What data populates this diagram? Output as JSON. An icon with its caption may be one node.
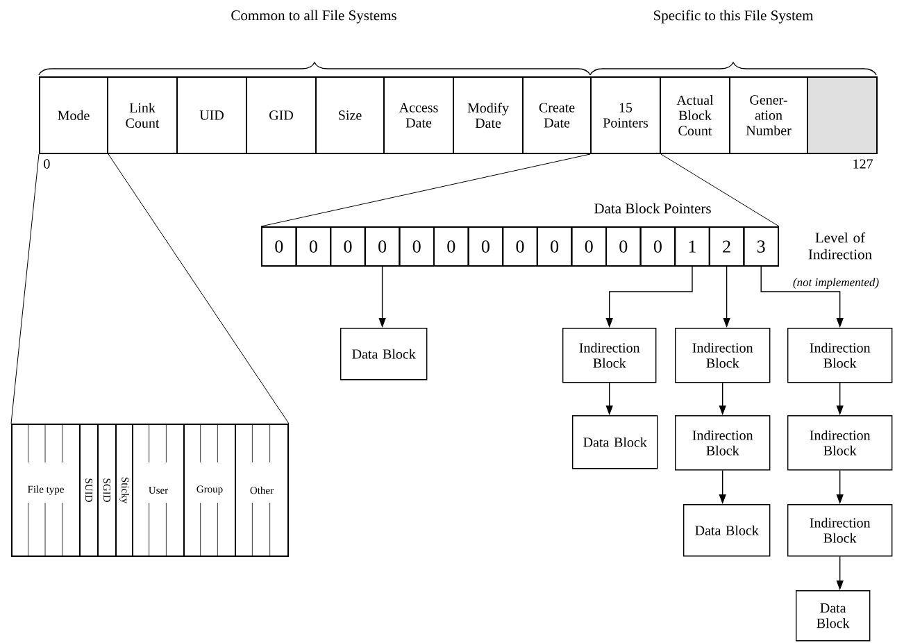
{
  "diagram": {
    "nodes": [
      {
        "text": [
          "Mode"
        ]
      },
      {
        "text": [
          "Link Count"
        ]
      },
      {
        "text": [
          "UID"
        ]
      },
      {
        "text": [
          "GID"
        ]
      },
      {
        "text": [
          "Size"
        ]
      },
      {
        "text": [
          "Access Date"
        ]
      },
      {
        "text": [
          "Modify Date"
        ]
      },
      {
        "text": [
          "Create Date"
        ]
      },
      {
        "text": [
          "15 Pointers"
        ]
      },
      {
        "text": [
          "Actual Block Count"
        ]
      },
      {
        "text": [
          "Gener- ation Number"
        ]
      },
      {
        "text": [],
        "shape": "box"
      },
      {
        "text": [
          "0"
        ]
      },
      {
        "text": [
          "0"
        ]
      },
      {
        "text": [
          "0"
        ]
      },
      {
        "text": [
          "0"
        ]
      },
      {
        "text": [
          "0"
        ]
      },
      {
        "text": [
          "0"
        ]
      },
      {
        "text": [
          "0"
        ]
      },
      {
        "text": [
          "0"
        ]
      },
      {
        "text": [
          "0"
        ]
      },
      {
        "text": [
          "0"
        ]
      },
      {
        "text": [
          "0"
        ]
      },
      {
        "text": [
          "0"
        ]
      },
      {
        "text": [
          "1"
        ]
      },
      {
        "text": [
          "2"
        ]
      },
      {
        "text": [
          "3"
        ]
      },
      {
        "text": [
          "File type"
        ]
      },
      {
        "text": [
          "SUID"
        ]
      },
      {
        "text": [
          "SGID"
        ]
      },
      {
        "text": [
          "Sticky"
        ]
      },
      {
        "text": [
          "User"
        ]
      },
      {
        "text": [
          "Group"
        ]
      },
      {
        "text": [
          "Other"
        ]
      },
      {
        "text": [
          "Data Block"
        ]
      },
      {
        "text": [
          "Indirection Block"
        ]
      },
      {
        "text": [
          "Data Block"
        ]
      },
      {
        "text": [
          "Indirection Block"
        ]
      },
      {
        "text": [
          "Indirection Block"
        ]
      },
      {
        "text": [
          "Data Block"
        ]
      },
      {
        "text": [
          "Indirection Block"
        ]
      },
      {
        "text": [
          "Indirection Block"
        ]
      },
      {
        "text": [
          "Indirection Block"
        ]
      },
      {
        "text": [
          "Data Block"
        ]
      }
    ],
    "edges": [
      {
        "from": 0,
        "to": 27,
        "arrow": "none"
      },
      {
        "from": 0,
        "to": 33,
        "arrow": "none"
      },
      {
        "from": 8,
        "to": 12,
        "arrow": "none"
      },
      {
        "from": 8,
        "to": 26,
        "arrow": "none"
      },
      {
        "from": 15,
        "to": 34,
        "arrow": "to"
      },
      {
        "from": 24,
        "to": 35,
        "arrow": "to"
      },
      {
        "from": 35,
        "to": 36,
        "arrow": "to"
      },
      {
        "from": 25,
        "to": 37,
        "arrow": "to"
      },
      {
        "from": 37,
        "to": 38,
        "arrow": "to"
      },
      {
        "from": 38,
        "to": 39,
        "arrow": "to"
      },
      {
        "from": 26,
        "to": 40,
        "arrow": "to"
      },
      {
        "from": 40,
        "to": 41,
        "arrow": "to"
      },
      {
        "from": 41,
        "to": 42,
        "arrow": "to"
      },
      {
        "from": 42,
        "to": 43,
        "arrow": "to"
      }
    ],
    "labels": [
      "Common to all File Systems",
      "Specific to this File System",
      "0",
      "127",
      "Data Block Pointers",
      "Level of Indirection",
      "(not implemented)"
    ]
  }
}
